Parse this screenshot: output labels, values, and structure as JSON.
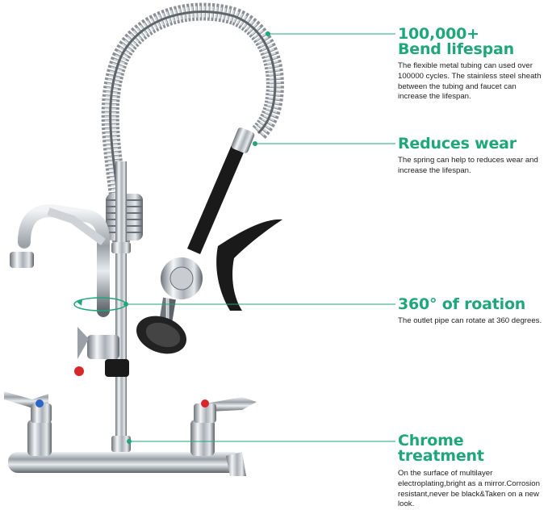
{
  "features": [
    {
      "title": "100,000+",
      "title2": "Bend lifespan",
      "description": "The flexible metal tubing can used over 100000 cycles. The stainless steel sheath between the tubing and faucet can increase the lifespan."
    },
    {
      "title": "Reduces wear",
      "description": "The spring can help to reduces wear and increase the lifespan."
    },
    {
      "title": "360° of roation",
      "description": "The outlet pipe can rotate at 360 degrees."
    },
    {
      "title": "Chrome treatment",
      "description": "On the surface of multilayer electroplating,bright as a mirror.Corrosion resistant,never be black&Taken on a new look."
    }
  ],
  "colors": {
    "accent": "#1fa77a",
    "chrome": "#b9bec4",
    "handle": "#1a1a1a",
    "hot": "#d62828",
    "cold": "#2a64c8"
  }
}
